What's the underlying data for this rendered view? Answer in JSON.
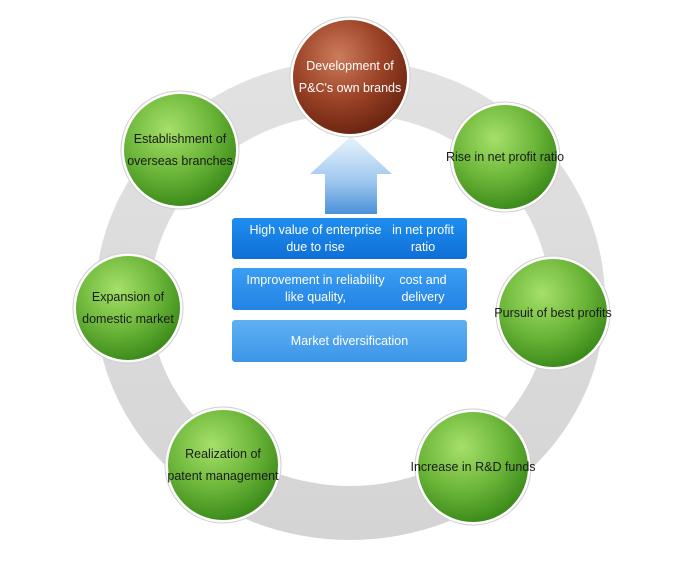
{
  "nodes": [
    {
      "id": "development-of-brands",
      "lines": [
        "Development of",
        "P&C's own brands"
      ],
      "color": "brown"
    },
    {
      "id": "rise-in-net-profit-ratio",
      "lines": [
        "Rise in net profit ratio"
      ],
      "color": "green"
    },
    {
      "id": "pursuit-of-best-profits",
      "lines": [
        "Pursuit of best profits"
      ],
      "color": "green"
    },
    {
      "id": "increase-in-rd-funds",
      "lines": [
        "Increase in R&D funds"
      ],
      "color": "green"
    },
    {
      "id": "realization-of-patent-management",
      "lines": [
        "Realization of",
        "patent management"
      ],
      "color": "green"
    },
    {
      "id": "expansion-of-domestic-market",
      "lines": [
        "Expansion of",
        "domestic market"
      ],
      "color": "green"
    },
    {
      "id": "establishment-of-overseas-branches",
      "lines": [
        "Establishment of",
        "overseas branches"
      ],
      "color": "green"
    }
  ],
  "center_boxes": [
    {
      "lines": [
        "High value of enterprise due to rise",
        "in net profit ratio"
      ]
    },
    {
      "lines": [
        "Improvement in reliability like quality,",
        "cost and delivery"
      ]
    },
    {
      "lines": [
        "Market diversification"
      ]
    }
  ],
  "colors": {
    "ring": "#dddddd",
    "green_light": "#8ed14f",
    "green_dark": "#3b8a1a",
    "brown_light": "#c06a4a",
    "brown_dark": "#7a2a12",
    "arrow_top": "#eaf4fc",
    "arrow_bottom": "#4a90d9"
  }
}
